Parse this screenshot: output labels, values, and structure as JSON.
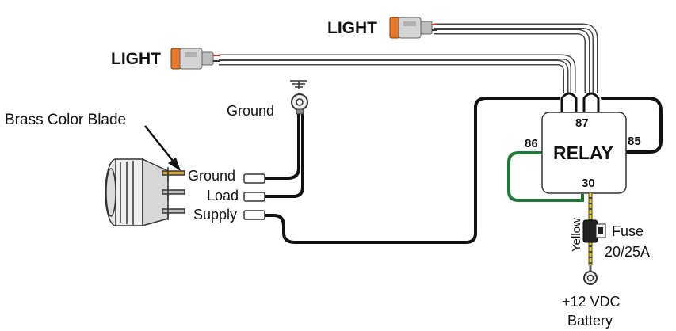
{
  "labels": {
    "light_top": "LIGHT",
    "light_mid": "LIGHT",
    "brass": "Brass Color Blade",
    "ground_top": "Ground",
    "sw_ground": "Ground",
    "sw_load": "Load",
    "sw_supply": "Supply",
    "relay": "RELAY",
    "pin87": "87",
    "pin86": "86",
    "pin85": "85",
    "pin30": "30",
    "yellow": "Yellow",
    "fuse": "Fuse",
    "fuse_rating": "20/25A",
    "battery_v": "+12 VDC",
    "battery": "Battery"
  },
  "colors": {
    "wire_black": "#111111",
    "wire_green": "#1f7a3a",
    "wire_yellow": "#e8d21a",
    "connector_orange": "#e8782a",
    "connector_gray": "#c8c8c8"
  }
}
